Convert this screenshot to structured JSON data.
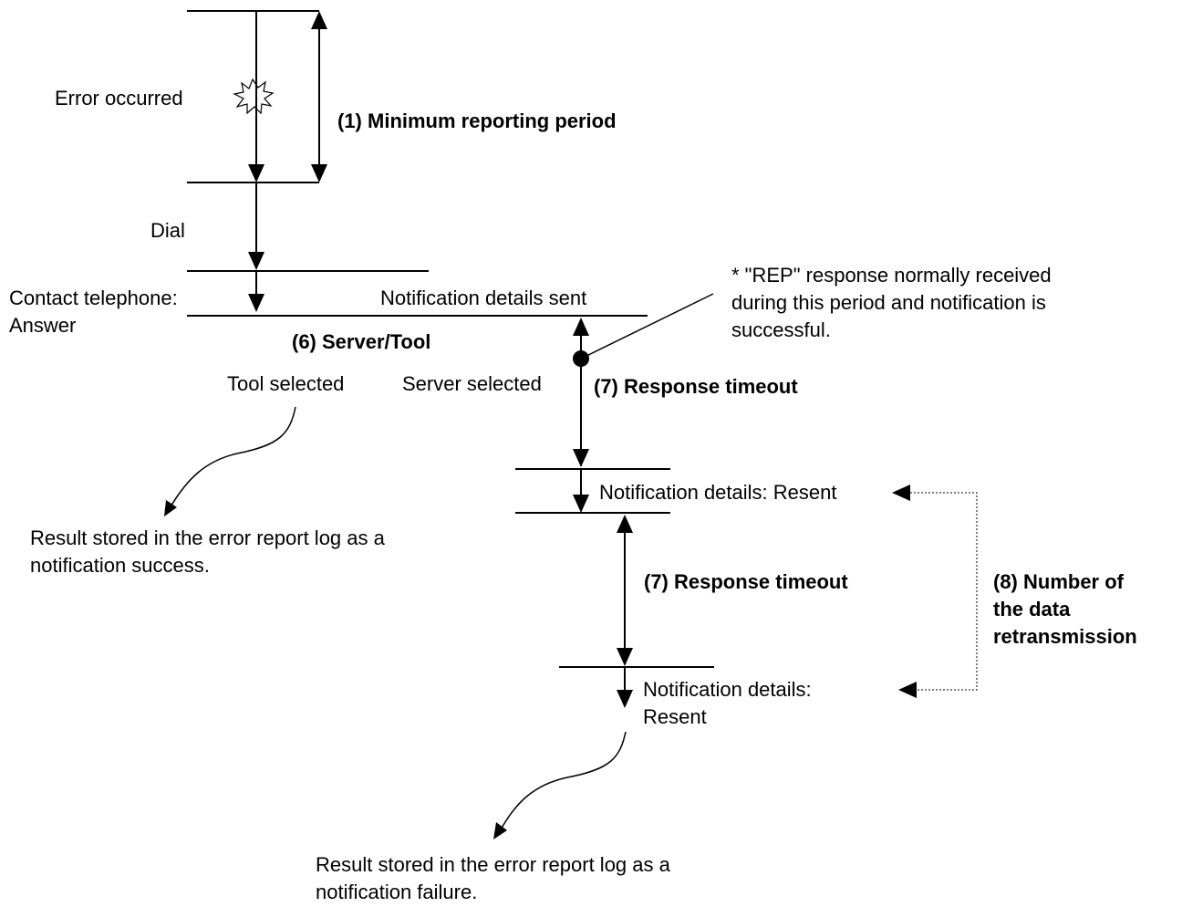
{
  "labels": {
    "error_occurred": "Error occurred",
    "min_reporting_period": "(1) Minimum reporting period",
    "dial": "Dial",
    "contact_telephone": "Contact telephone:",
    "answer": "Answer",
    "notification_sent": "Notification details sent",
    "rep_note_line1": "* \"REP\" response normally received",
    "rep_note_line2": "during this period and notification is",
    "rep_note_line3": "successful.",
    "server_tool": "(6) Server/Tool",
    "tool_selected": "Tool selected",
    "server_selected": "Server selected",
    "response_timeout_1": "(7) Response timeout",
    "resent_1": "Notification details: Resent",
    "success_line1": "Result stored in the error report log as a",
    "success_line2": "notification success.",
    "response_timeout_2": "(7) Response timeout",
    "retrans_line1": "(8) Number of",
    "retrans_line2": "the data",
    "retrans_line3": "retransmission",
    "resent_2_line1": "Notification details:",
    "resent_2_line2": "Resent",
    "failure_line1": "Result stored in the error report log as a",
    "failure_line2": "notification failure."
  },
  "colors": {
    "stroke": "#000000",
    "background": "#ffffff"
  }
}
